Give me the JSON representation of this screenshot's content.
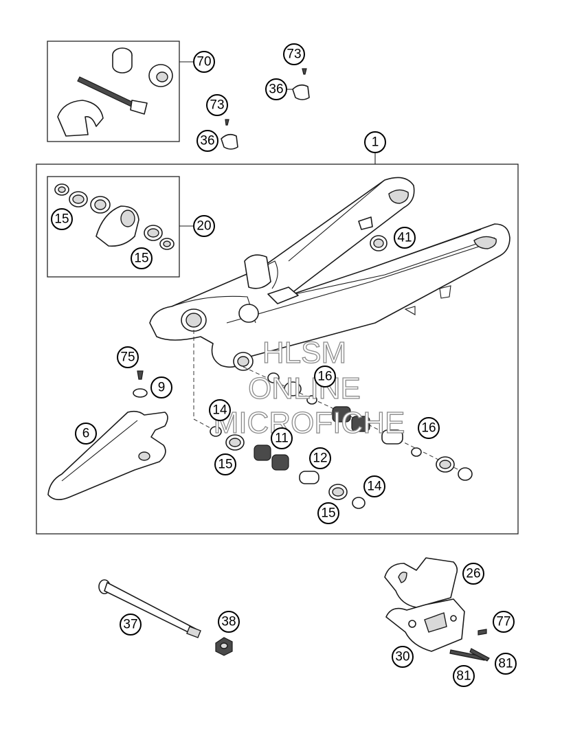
{
  "watermark": {
    "line1": "HLSM",
    "line2": "ONLINE",
    "line3": "MICROFICHE"
  },
  "callouts": {
    "c70": "70",
    "c73a": "73",
    "c36a": "36",
    "c73b": "73",
    "c36b": "36",
    "c1": "1",
    "c20": "20",
    "c15a": "15",
    "c15b": "15",
    "c41": "41",
    "c75": "75",
    "c9": "9",
    "c6": "6",
    "c16a": "16",
    "c14a": "14",
    "c11": "11",
    "c15c": "15",
    "c12": "12",
    "c16b": "16",
    "c14b": "14",
    "c15d": "15",
    "c26": "26",
    "c37": "37",
    "c38": "38",
    "c77": "77",
    "c30": "30",
    "c81a": "81",
    "c81b": "81"
  }
}
